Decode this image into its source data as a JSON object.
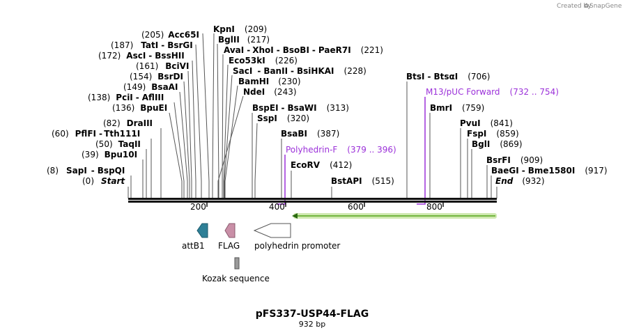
{
  "credit": {
    "created_by": "Created by",
    "brand": "SnapGene"
  },
  "plasmid": {
    "name": "pFS337-USP44-FLAG",
    "length_label": "932 bp",
    "length_bp": 932
  },
  "ruler": {
    "ticks": [
      200,
      400,
      600,
      800
    ]
  },
  "sites": [
    {
      "id": "kpni",
      "parts": [
        "KpnI"
      ],
      "pos": "(209)",
      "bp": 209,
      "side": "right"
    },
    {
      "id": "acc65i",
      "parts": [
        "Acc65I"
      ],
      "pos": "(205)",
      "bp": 205,
      "side": "left"
    },
    {
      "id": "bglii",
      "parts": [
        "BglII"
      ],
      "pos": "(217)",
      "bp": 217,
      "side": "right"
    },
    {
      "id": "tati",
      "parts": [
        "TatI",
        "BsrGI"
      ],
      "pos": "(187)",
      "bp": 187,
      "side": "left"
    },
    {
      "id": "avai",
      "parts": [
        "AvaI",
        "XhoI",
        "BsoBI",
        "PaeR7I"
      ],
      "pos": "(221)",
      "bp": 221,
      "side": "right"
    },
    {
      "id": "asci",
      "parts": [
        "AscI",
        "BssHII"
      ],
      "pos": "(172)",
      "bp": 172,
      "side": "left"
    },
    {
      "id": "eco53ki",
      "parts": [
        "Eco53kI"
      ],
      "pos": "(226)",
      "bp": 226,
      "side": "right"
    },
    {
      "id": "bcivi",
      "parts": [
        "BciVI"
      ],
      "pos": "(161)",
      "bp": 161,
      "side": "left"
    },
    {
      "id": "saci",
      "parts": [
        "SacI",
        "BanII",
        "BsiHKAI"
      ],
      "pos": "(228)",
      "bp": 228,
      "side": "right"
    },
    {
      "id": "bsrdi",
      "parts": [
        "BsrDI"
      ],
      "pos": "(154)",
      "bp": 154,
      "side": "left"
    },
    {
      "id": "bamhi",
      "parts": [
        "BamHI"
      ],
      "pos": "(230)",
      "bp": 230,
      "side": "right"
    },
    {
      "id": "bsaai",
      "parts": [
        "BsaAI"
      ],
      "pos": "(149)",
      "bp": 149,
      "side": "left"
    },
    {
      "id": "ndei",
      "parts": [
        "NdeI"
      ],
      "pos": "(243)",
      "bp": 243,
      "side": "right"
    },
    {
      "id": "pcii",
      "parts": [
        "PciI",
        "AflIII"
      ],
      "pos": "(138)",
      "bp": 138,
      "side": "left"
    },
    {
      "id": "bpuei",
      "parts": [
        "BpuEI"
      ],
      "pos": "(136)",
      "bp": 136,
      "side": "left"
    },
    {
      "id": "bspei",
      "parts": [
        "BspEI",
        "BsaWI"
      ],
      "pos": "(313)",
      "bp": 313,
      "side": "right"
    },
    {
      "id": "sspi",
      "parts": [
        "SspI"
      ],
      "pos": "(320)",
      "bp": 320,
      "side": "right"
    },
    {
      "id": "draiii",
      "parts": [
        "DraIII"
      ],
      "pos": "(82)",
      "bp": 82,
      "side": "left"
    },
    {
      "id": "pflfi",
      "parts": [
        "PflFI",
        "Tth111I"
      ],
      "pos": "(60)",
      "bp": 60,
      "side": "left"
    },
    {
      "id": "bsabi",
      "parts": [
        "BsaBI"
      ],
      "pos": "(387)",
      "bp": 387,
      "side": "right"
    },
    {
      "id": "taqii",
      "parts": [
        "TaqII"
      ],
      "pos": "(50)",
      "bp": 50,
      "side": "left"
    },
    {
      "id": "bpu10i",
      "parts": [
        "Bpu10I"
      ],
      "pos": "(39)",
      "bp": 39,
      "side": "left"
    },
    {
      "id": "ecorv",
      "parts": [
        "EcoRV"
      ],
      "pos": "(412)",
      "bp": 412,
      "side": "right"
    },
    {
      "id": "sapi",
      "parts": [
        "SapI",
        "BspQI"
      ],
      "pos": "(8)",
      "bp": 8,
      "side": "left"
    },
    {
      "id": "bstapi",
      "parts": [
        "BstAPI"
      ],
      "pos": "(515)",
      "bp": 515,
      "side": "right"
    },
    {
      "id": "btsi",
      "parts": [
        "BtsI",
        "BtsαI"
      ],
      "pos": "(706)",
      "bp": 706,
      "side": "right"
    },
    {
      "id": "bmri",
      "parts": [
        "BmrI"
      ],
      "pos": "(759)",
      "bp": 759,
      "side": "right"
    },
    {
      "id": "pvui",
      "parts": [
        "PvuI"
      ],
      "pos": "(841)",
      "bp": 841,
      "side": "right"
    },
    {
      "id": "fspi",
      "parts": [
        "FspI"
      ],
      "pos": "(859)",
      "bp": 859,
      "side": "right"
    },
    {
      "id": "bgli",
      "parts": [
        "BglI"
      ],
      "pos": "(869)",
      "bp": 869,
      "side": "right"
    },
    {
      "id": "bsrfi",
      "parts": [
        "BsrFI"
      ],
      "pos": "(909)",
      "bp": 909,
      "side": "right"
    },
    {
      "id": "baegi",
      "parts": [
        "BaeGI",
        "Bme1580I"
      ],
      "pos": "(917)",
      "bp": 917,
      "side": "right"
    }
  ],
  "ends": [
    {
      "id": "start",
      "label": "Start",
      "pos": "(0)",
      "bp": 0
    },
    {
      "id": "end",
      "label": "End",
      "pos": "(932)",
      "bp": 932
    }
  ],
  "primers": [
    {
      "id": "m13",
      "name": "M13/pUC Forward",
      "range": "(732 .. 754)",
      "start": 732,
      "end": 754
    },
    {
      "id": "polyhedrin-f",
      "name": "Polyhedrin-F",
      "range": "(379 .. 396)",
      "start": 379,
      "end": 396
    }
  ],
  "features": [
    {
      "id": "attb1",
      "label": "attB1",
      "color": "#2e7f96",
      "direction": "reverse"
    },
    {
      "id": "flag",
      "label": "FLAG",
      "color": "#c98fa7",
      "direction": "reverse"
    },
    {
      "id": "polyhedrin-promoter",
      "label": "polyhedrin promoter",
      "color": "#ffffff",
      "direction": "reverse"
    },
    {
      "id": "kozak",
      "label": "Kozak sequence",
      "color": "#9a9a9a",
      "direction": "none"
    }
  ],
  "colors": {
    "primer": "#9b30d9",
    "orf_fill": "#cfe8b0",
    "orf_edge": "#55a61b"
  }
}
